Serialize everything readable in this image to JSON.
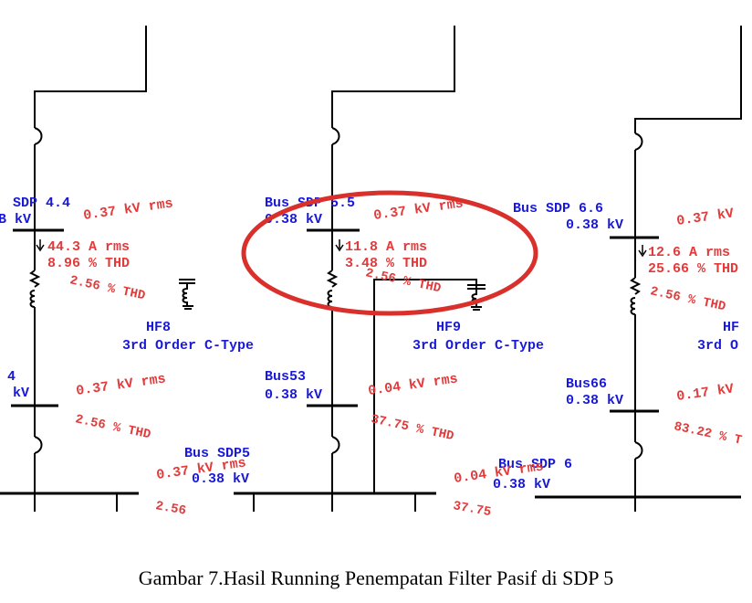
{
  "left": {
    "bus_name": "SDP 4.4",
    "bus_kv": "B kV",
    "bus_voltage": "0.37 kV rms",
    "current": "44.3  A rms",
    "thd_current": "8.96 % THD",
    "thd_voltage": "2.56 % THD",
    "lower_bus_name": "4",
    "lower_bus_kv": "kV",
    "lower_voltage": "0.37 kV rms",
    "lower_thd": "2.56 % THD",
    "sub_bus_name": "Bus SDP5",
    "sub_bus_kv": "0.38 kV",
    "sub_voltage": "0.37 kV rms",
    "sub_thd": "2.56"
  },
  "center": {
    "bus_name": "Bus SDP 5.5",
    "bus_kv": "0.38 kV",
    "bus_voltage": "0.37 kV rms",
    "current": "11.8  A rms",
    "thd_current": "3.48 % THD",
    "thd_voltage": "2.56 % THD",
    "filter_name": "HF8",
    "filter_type": "3rd Order C-Type",
    "lower_bus_name": "Bus53",
    "lower_bus_kv": "0.38 kV",
    "lower_voltage": "0.04 kV rms",
    "lower_thd": "37.75 % THD",
    "sub_bus_name": "Bus SDP 6",
    "sub_bus_kv": "0.38 kV",
    "sub_voltage": "0.04 kV rms",
    "sub_thd": "37.75"
  },
  "right": {
    "bus_name": "Bus SDP 6.6",
    "bus_kv": "0.38 kV",
    "bus_voltage": "0.37 kV",
    "current": "12.6  A rms",
    "thd_current": "25.66 % THD",
    "thd_voltage": "2.56 % THD",
    "filter_name": "HF9",
    "filter_type": "3rd Order C-Type",
    "filter_name_2": "HF",
    "filter_type_2": "3rd O",
    "lower_bus_name": "Bus66",
    "lower_bus_kv": "0.38 kV",
    "lower_voltage": "0.17 kV",
    "lower_thd": "83.22 % T"
  },
  "highlight_color": "#d9302c",
  "caption": "Gambar 7.Hasil Running Penempatan Filter Pasif di SDP 5"
}
